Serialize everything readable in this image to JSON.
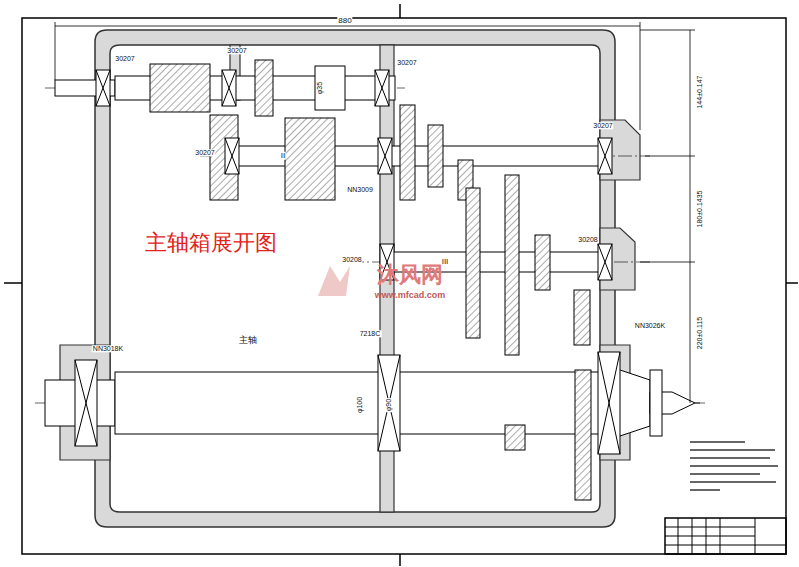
{
  "diagram": {
    "title": "主轴箱展开图",
    "labels": [
      "880",
      "30207",
      "30207",
      "30207",
      "30207",
      "30207",
      "NN3009",
      "30208",
      "30208",
      "NN3018K",
      "主轴",
      "7218C",
      "NN3026K",
      "II",
      "III",
      "φ35",
      "φ100",
      "φ90",
      "144±0.147",
      "180±0.1435",
      "220±0.115",
      "沐风网",
      "www.mfcad.com"
    ]
  }
}
